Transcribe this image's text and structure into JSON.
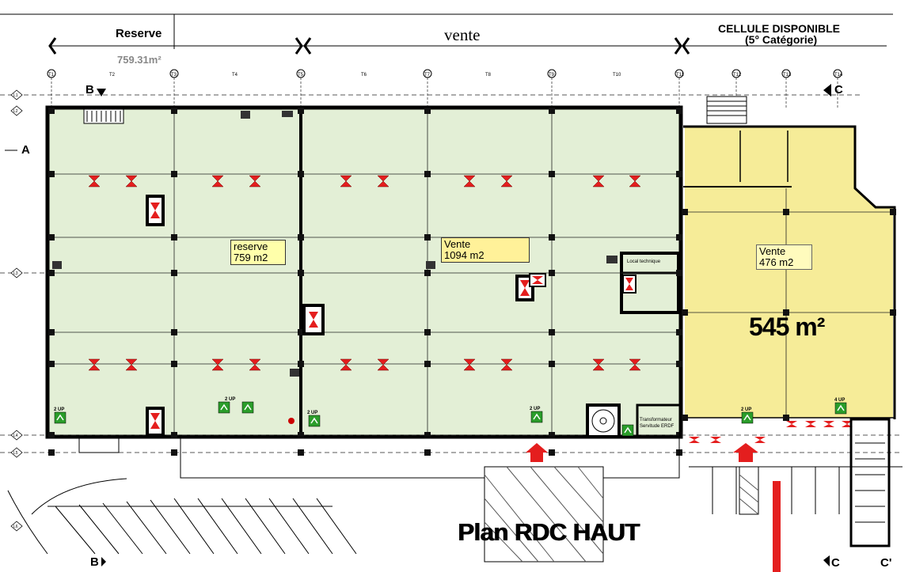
{
  "header": {
    "reserve_title": "Reserve",
    "reserve_area": "759.31m²",
    "vente_title": "vente",
    "cellule_line1": "CELLULE DISPONIBLE",
    "cellule_line2": "(5° Catégorie)"
  },
  "grid_axes": {
    "columns": [
      "T1",
      "T2",
      "T3",
      "T4",
      "T5",
      "T6",
      "T7",
      "T8",
      "T9",
      "T10",
      "T11",
      "T12",
      "T13",
      "T14"
    ],
    "sections": [
      "B",
      "A",
      "C",
      "B",
      "C",
      "C'"
    ],
    "rows": [
      "L1",
      "L2",
      "L3",
      "L4",
      "L5",
      "L6"
    ]
  },
  "rooms": {
    "reserve": {
      "name": "reserve",
      "area": "759 m2"
    },
    "vente_a": {
      "name": "Vente",
      "area": "1094 m2"
    },
    "vente_b": {
      "name": "Vente",
      "area": "476 m2"
    },
    "total": "545 m²",
    "local_technique": "Local technique",
    "transformateur_line1": "Transformateur",
    "transformateur_line2": "Servitude ERDF",
    "up_labels": [
      "2 UP",
      "2 UP",
      "2 UP",
      "2 UP",
      "2 UP",
      "4 UP"
    ]
  },
  "title": "Plan RDC HAUT",
  "colors": {
    "green_zone": "#e3efd6",
    "yellow_zone": "#f6ec98",
    "wall": "#000000",
    "evac_red": "#e41e1e",
    "evac_green": "#2a9d2a"
  }
}
